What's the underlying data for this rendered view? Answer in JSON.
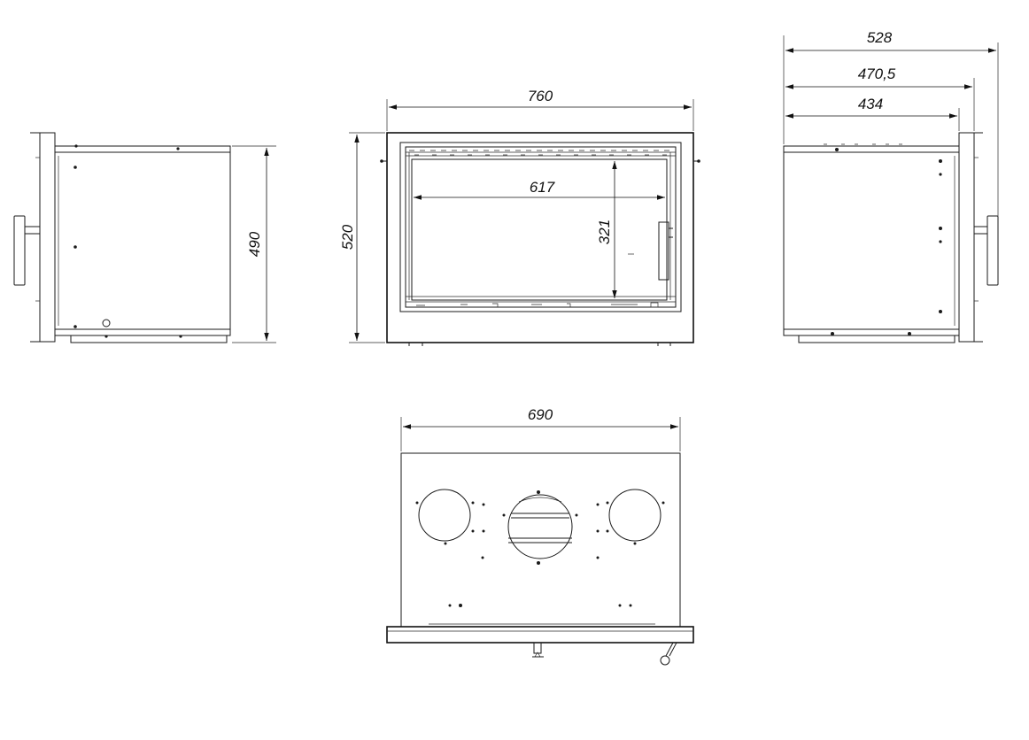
{
  "dimensions": {
    "side_height": "490",
    "front_height": "520",
    "front_width": "760",
    "opening_width": "617",
    "opening_height": "321",
    "depth_total": "528",
    "depth_mid": "470,5",
    "depth_body": "434",
    "top_width": "690"
  },
  "colors": {
    "line": "#1a1a1a",
    "background": "#ffffff"
  }
}
